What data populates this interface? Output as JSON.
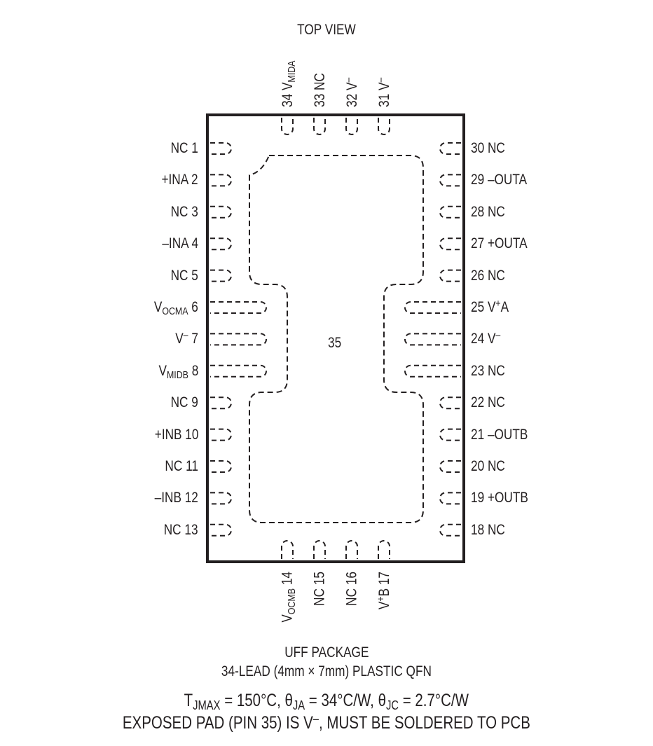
{
  "title": "TOP VIEW",
  "package": {
    "line1": "UFF PACKAGE",
    "line2": "34-LEAD (4mm × 7mm) PLASTIC QFN"
  },
  "thermal": {
    "tjmax_sub": "JMAX",
    "tjmax_rest": " = 150°C, ",
    "theta_ja_sub": "JA",
    "theta_ja_rest": " = 34°C/W, ",
    "theta_jc_sub": "JC",
    "theta_jc_rest": " = 2.7°C/W",
    "T": "T",
    "theta": "θ"
  },
  "exposed_pad_note": {
    "before": "EXPOSED PAD (PIN 35) IS V",
    "sup": "–",
    "after": ", MUST BE SOLDERED TO PCB"
  },
  "exposed_pad_number": "35",
  "left_pins": [
    {
      "text": "NC 1"
    },
    {
      "text": "+INA 2"
    },
    {
      "text": "NC 3"
    },
    {
      "text": "–INA 4"
    },
    {
      "text": "NC 5"
    },
    {
      "base": "V",
      "sub": "OCMA",
      "rest": " 6"
    },
    {
      "base": "V",
      "sup": "–",
      "rest": " 7"
    },
    {
      "base": "V",
      "sub": "MIDB",
      "rest": " 8"
    },
    {
      "text": "NC 9"
    },
    {
      "text": "+INB 10"
    },
    {
      "text": "NC 11"
    },
    {
      "text": "–INB 12"
    },
    {
      "text": "NC 13"
    }
  ],
  "right_pins": [
    {
      "text": "30 NC"
    },
    {
      "text": "29 –OUTA"
    },
    {
      "text": "28 NC"
    },
    {
      "text": "27 +OUTA"
    },
    {
      "text": "26 NC"
    },
    {
      "pre": "25 V",
      "sup": "+",
      "rest": "A"
    },
    {
      "pre": "24 V",
      "sup": "–"
    },
    {
      "text": "23 NC"
    },
    {
      "text": "22 NC"
    },
    {
      "text": "21 –OUTB"
    },
    {
      "text": "20 NC"
    },
    {
      "text": "19 +OUTB"
    },
    {
      "text": "18 NC"
    }
  ],
  "top_pins": [
    {
      "pre": "34 V",
      "sub": "MIDA"
    },
    {
      "text": "33 NC"
    },
    {
      "pre": "32 V",
      "sup": "–"
    },
    {
      "pre": "31 V",
      "sup": "–"
    }
  ],
  "bottom_pins": [
    {
      "base": "V",
      "sub": "OCMB",
      "rest": " 14"
    },
    {
      "text": "NC 15"
    },
    {
      "text": "NC 16"
    },
    {
      "base": "V",
      "sup": "+",
      "rest": "B 17"
    }
  ]
}
